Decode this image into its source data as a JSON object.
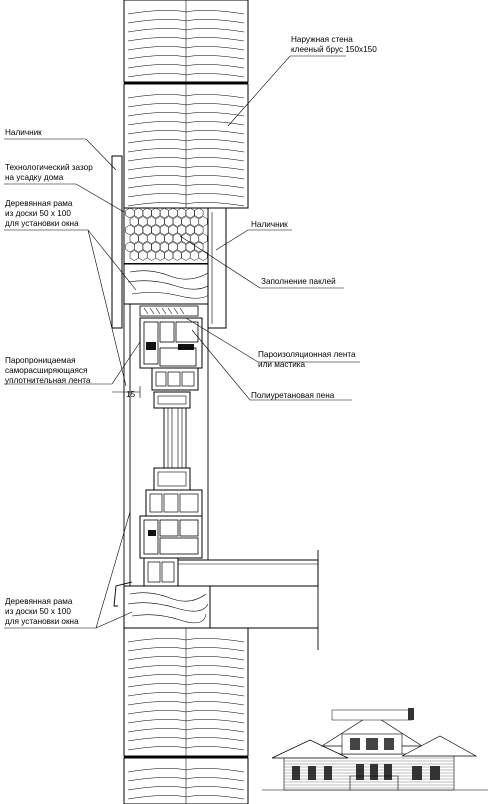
{
  "labels": {
    "outer_wall": [
      "Наружная стена",
      "клееный брус 150х150"
    ],
    "casing_left": [
      "Наличник"
    ],
    "tech_gap": [
      "Технологический зазор",
      "на усадку дома"
    ],
    "frame_top": [
      "Деревянная рама",
      "из доски 50 х 100",
      "для установки окна"
    ],
    "casing_right": [
      "Наличник"
    ],
    "tow_fill": [
      "Заполнение паклей"
    ],
    "vapor_tape": [
      "Пароизоляционная лента",
      "или мастика"
    ],
    "sealing_tape": [
      "Паропроницаемая",
      "саморасширяющаяся",
      "уплотнительная лента"
    ],
    "foam": [
      "Полиуретановая пена"
    ],
    "frame_bottom": [
      "Деревянная рама",
      "из доски 50 х 100",
      "для установки окна"
    ]
  },
  "dimension": "15"
}
